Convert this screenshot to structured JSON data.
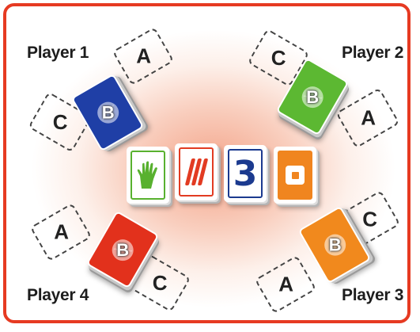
{
  "players": {
    "p1": {
      "label": "Player 1",
      "deck_marker": "B",
      "slot_a": "A",
      "slot_c": "C",
      "deck_color": "#1f3fa6"
    },
    "p2": {
      "label": "Player 2",
      "deck_marker": "B",
      "slot_a": "A",
      "slot_c": "C",
      "deck_color": "#5cb832"
    },
    "p3": {
      "label": "Player 3",
      "deck_marker": "B",
      "slot_a": "A",
      "slot_c": "C",
      "deck_color": "#f1891d"
    },
    "p4": {
      "label": "Player 4",
      "deck_marker": "B",
      "slot_a": "A",
      "slot_c": "C",
      "deck_color": "#e2311c"
    }
  },
  "center_cards": [
    {
      "color": "green",
      "symbol": "hand-icon"
    },
    {
      "color": "red",
      "symbol": "three-strokes"
    },
    {
      "color": "blue",
      "symbol": "3"
    },
    {
      "color": "orange",
      "symbol": "square-dot"
    }
  ],
  "colors": {
    "border": "#e63a22",
    "accent_red": "#e23b22",
    "green": "#58b12f",
    "blue": "#1b3a8f",
    "orange": "#f0851f"
  }
}
